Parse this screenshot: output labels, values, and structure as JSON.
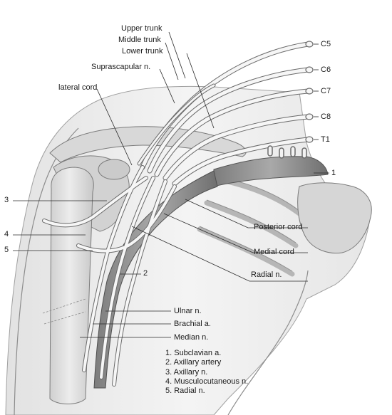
{
  "labels": {
    "upper_trunk": "Upper trunk",
    "middle_trunk": "Middle trunk",
    "lower_trunk": "Lower trunk",
    "suprascapular_n": "Suprascapular n.",
    "lateral_cord": "lateral cord",
    "c5": "C5",
    "c6": "C6",
    "c7": "C7",
    "c8": "C8",
    "t1": "T1",
    "num_1": "1",
    "num_2": "2",
    "num_3": "3",
    "num_4": "4",
    "num_5": "5",
    "posterior_cord": "Posterior cord",
    "medial_cord": "Medial cord",
    "radial_n": "Radial n.",
    "ulnar_n": "Ulnar n.",
    "brachial_a": "Brachial a.",
    "median_n": "Median n."
  },
  "legend": [
    "1. Subclavian a.",
    "2. Axillary artery",
    "3. Axillary n.",
    "4. Musculocutaneous n.",
    "5. Radial n."
  ]
}
